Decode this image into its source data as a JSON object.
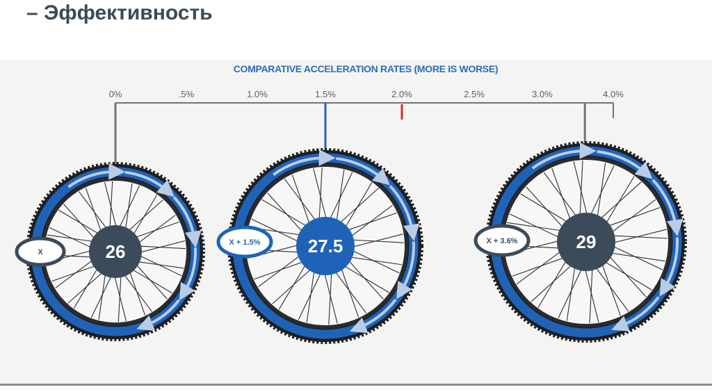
{
  "page_title": "– Эффективность",
  "colors": {
    "accent": "#1f63b8",
    "dark_hub": "#3c4b5a",
    "red_marker": "#d62a20",
    "axis": "#6d747b"
  },
  "chart_data": {
    "type": "bar",
    "title": "COMPARATIVE ACCELERATION RATES (MORE IS WORSE)",
    "axis_tick_labels": [
      "0%",
      ".5%",
      "1.0%",
      "1.5%",
      "2.0%",
      "2.5%",
      "3.0%",
      "4.0%"
    ],
    "xlim": [
      0,
      4.0
    ],
    "categories": [
      "26",
      "27.5",
      "29"
    ],
    "values": [
      0,
      1.5,
      3.6
    ],
    "badges": [
      "X",
      "X + 1.5%",
      "X + 3.6%"
    ],
    "red_marker_value": 2.0,
    "grid": false
  }
}
